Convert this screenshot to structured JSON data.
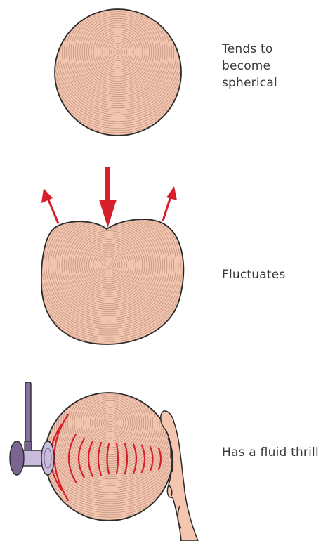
{
  "panels": [
    {
      "id": "spherical",
      "label_lines": [
        "Tends to",
        "become",
        "spherical"
      ]
    },
    {
      "id": "fluctuates",
      "label_lines": [
        "Fluctuates"
      ]
    },
    {
      "id": "fluid-thrill",
      "label_lines": [
        "Has a fluid thrill"
      ]
    }
  ],
  "colors": {
    "skin_fill": "#f3c4ae",
    "ring_stroke": "#9a7466",
    "outline": "#2a2a2a",
    "arrow_red": "#d81e2a",
    "handle_purple": "#8c6fa6",
    "hammer_light": "#c9bbdc",
    "hammer_dark": "#7a6592",
    "hand_fill": "#f4c6b0"
  },
  "icons": [
    "downward-pressure-arrow-icon",
    "outward-arrow-icon",
    "percussion-hammer-icon",
    "hand-icon",
    "fluid-wave-icon"
  ]
}
